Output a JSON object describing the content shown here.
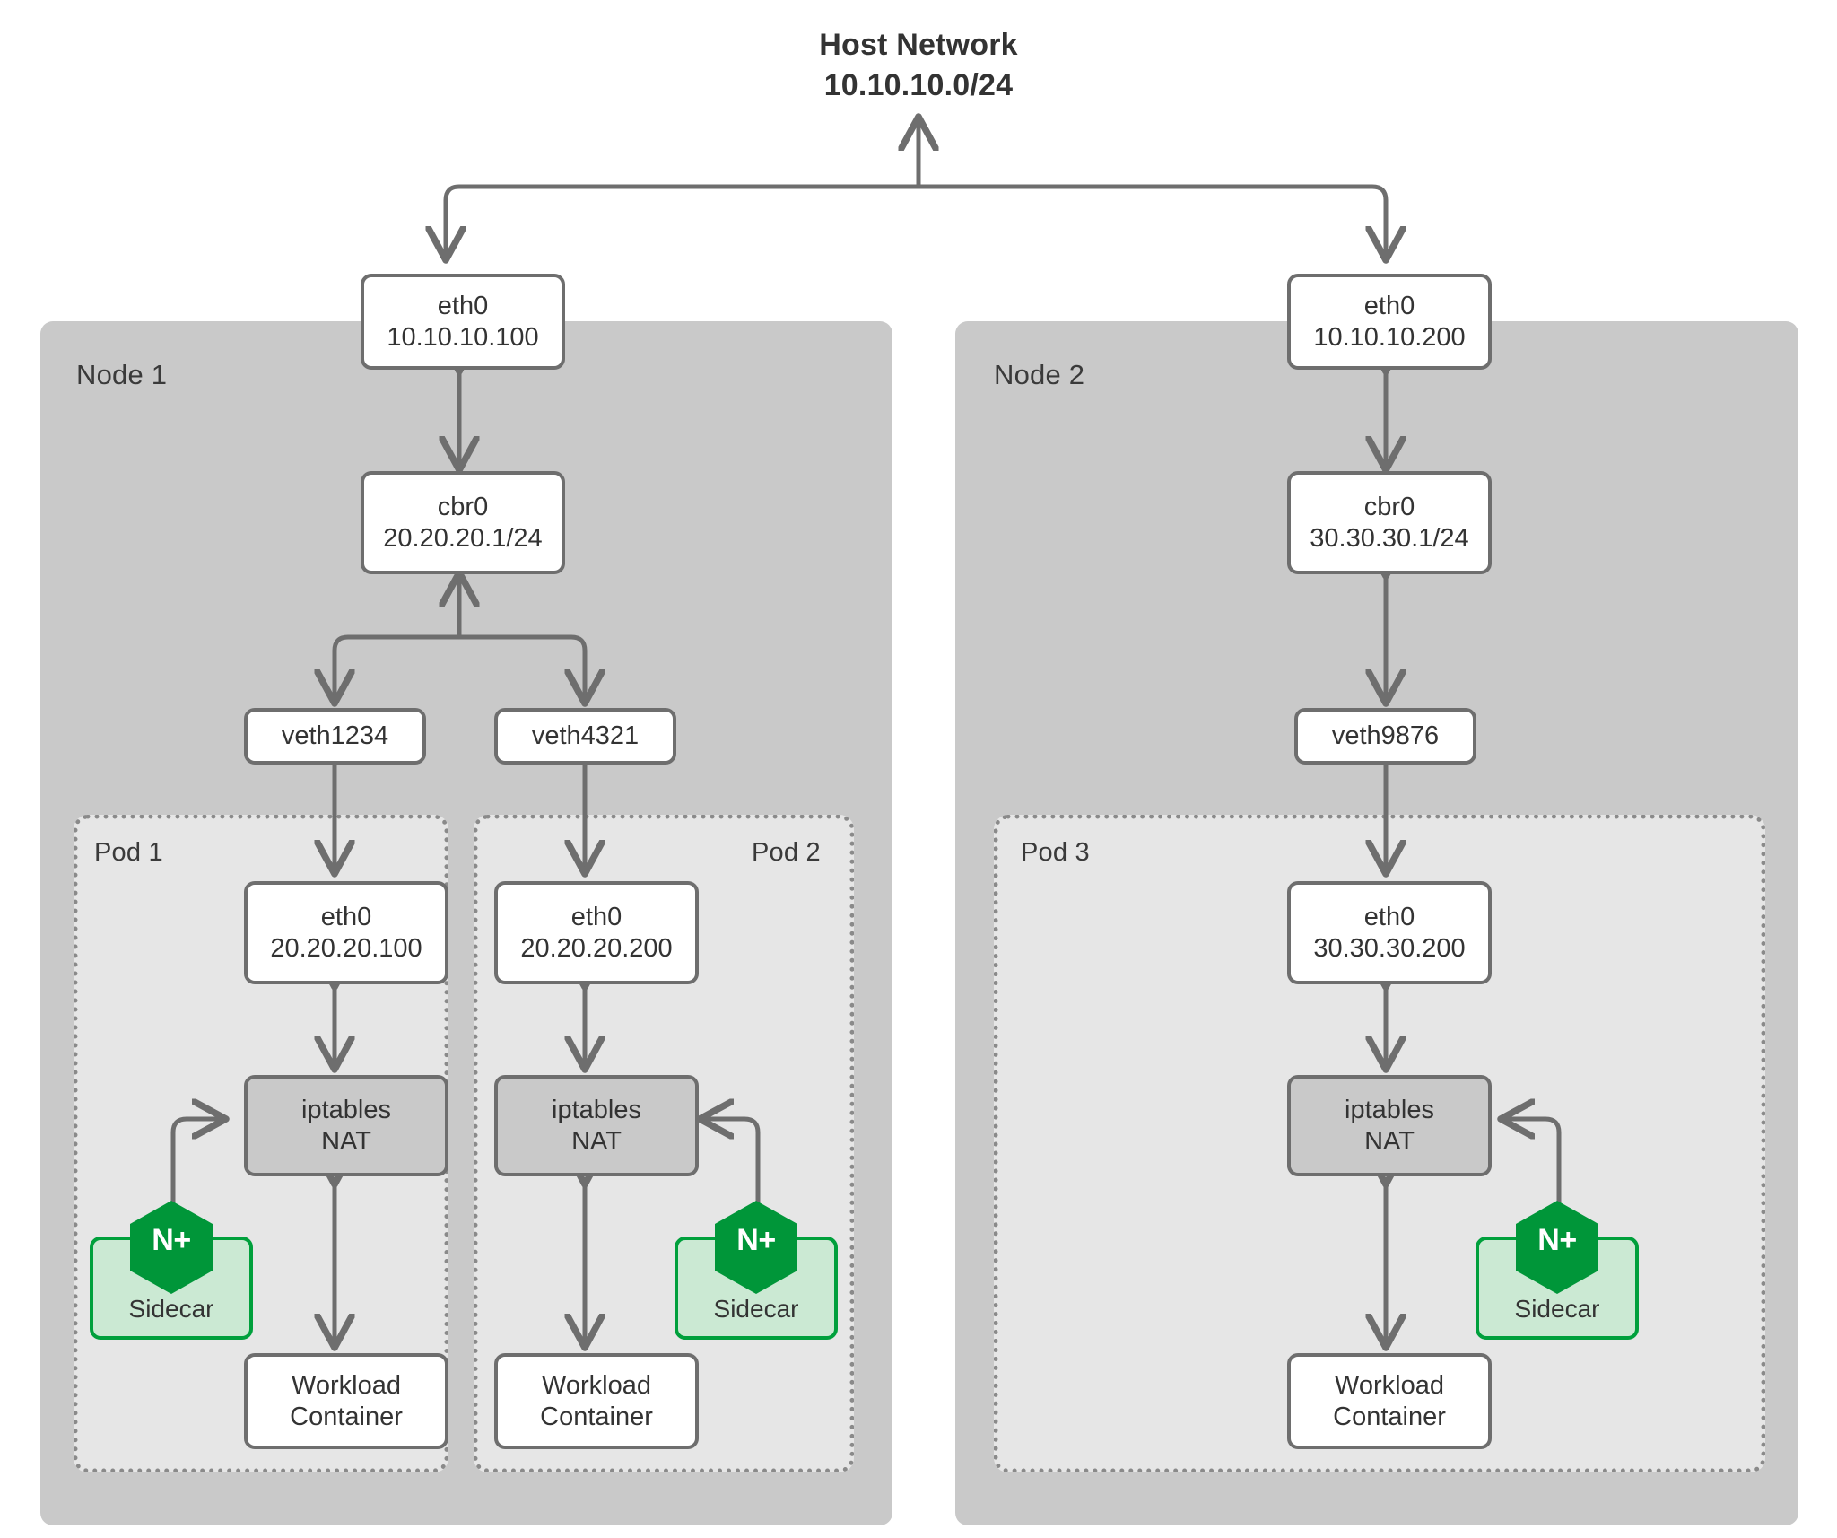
{
  "diagram": {
    "title_line1": "Host Network",
    "title_line2": "10.10.10.0/24",
    "colors": {
      "node_fill": "#c9c9c9",
      "pod_fill": "#e6e6e6",
      "box_border": "#6e6e6e",
      "box_fill": "#ffffff",
      "nat_fill": "#c9c9c9",
      "sidecar_fill": "#cbe9d3",
      "sidecar_border": "#00a03c",
      "nginx_green": "#009639",
      "arrow": "#6e6e6e",
      "text": "#333333"
    }
  },
  "node1": {
    "label": "Node 1",
    "eth0": {
      "line1": "eth0",
      "line2": "10.10.10.100"
    },
    "cbr0": {
      "line1": "cbr0",
      "line2": "20.20.20.1/24"
    },
    "veth_left": "veth1234",
    "veth_right": "veth4321",
    "pod1": {
      "label": "Pod 1",
      "eth0": {
        "line1": "eth0",
        "line2": "20.20.20.100"
      },
      "nat": {
        "line1": "iptables",
        "line2": "NAT"
      },
      "sidecar": {
        "label": "Sidecar",
        "logo": "N+"
      },
      "workload": {
        "line1": "Workload",
        "line2": "Container"
      }
    },
    "pod2": {
      "label": "Pod 2",
      "eth0": {
        "line1": "eth0",
        "line2": "20.20.20.200"
      },
      "nat": {
        "line1": "iptables",
        "line2": "NAT"
      },
      "sidecar": {
        "label": "Sidecar",
        "logo": "N+"
      },
      "workload": {
        "line1": "Workload",
        "line2": "Container"
      }
    }
  },
  "node2": {
    "label": "Node 2",
    "eth0": {
      "line1": "eth0",
      "line2": "10.10.10.200"
    },
    "cbr0": {
      "line1": "cbr0",
      "line2": "30.30.30.1/24"
    },
    "veth": "veth9876",
    "pod3": {
      "label": "Pod 3",
      "eth0": {
        "line1": "eth0",
        "line2": "30.30.30.200"
      },
      "nat": {
        "line1": "iptables",
        "line2": "NAT"
      },
      "sidecar": {
        "label": "Sidecar",
        "logo": "N+"
      },
      "workload": {
        "line1": "Workload",
        "line2": "Container"
      }
    }
  }
}
